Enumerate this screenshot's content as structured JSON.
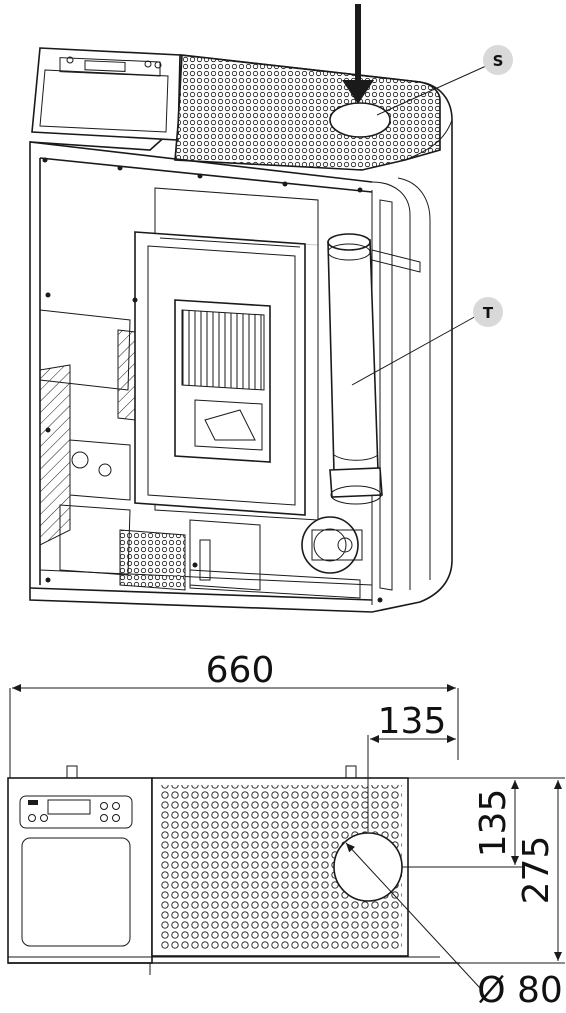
{
  "callouts": {
    "s": "S",
    "t": "T"
  },
  "dimensions": {
    "width": "660",
    "outlet_offset_x": "135",
    "outlet_offset_y": "135",
    "depth": "275",
    "outlet_diameter": "Ø 80"
  },
  "colors": {
    "line": "#1a1a1a",
    "badge": "#d9d9d9"
  }
}
